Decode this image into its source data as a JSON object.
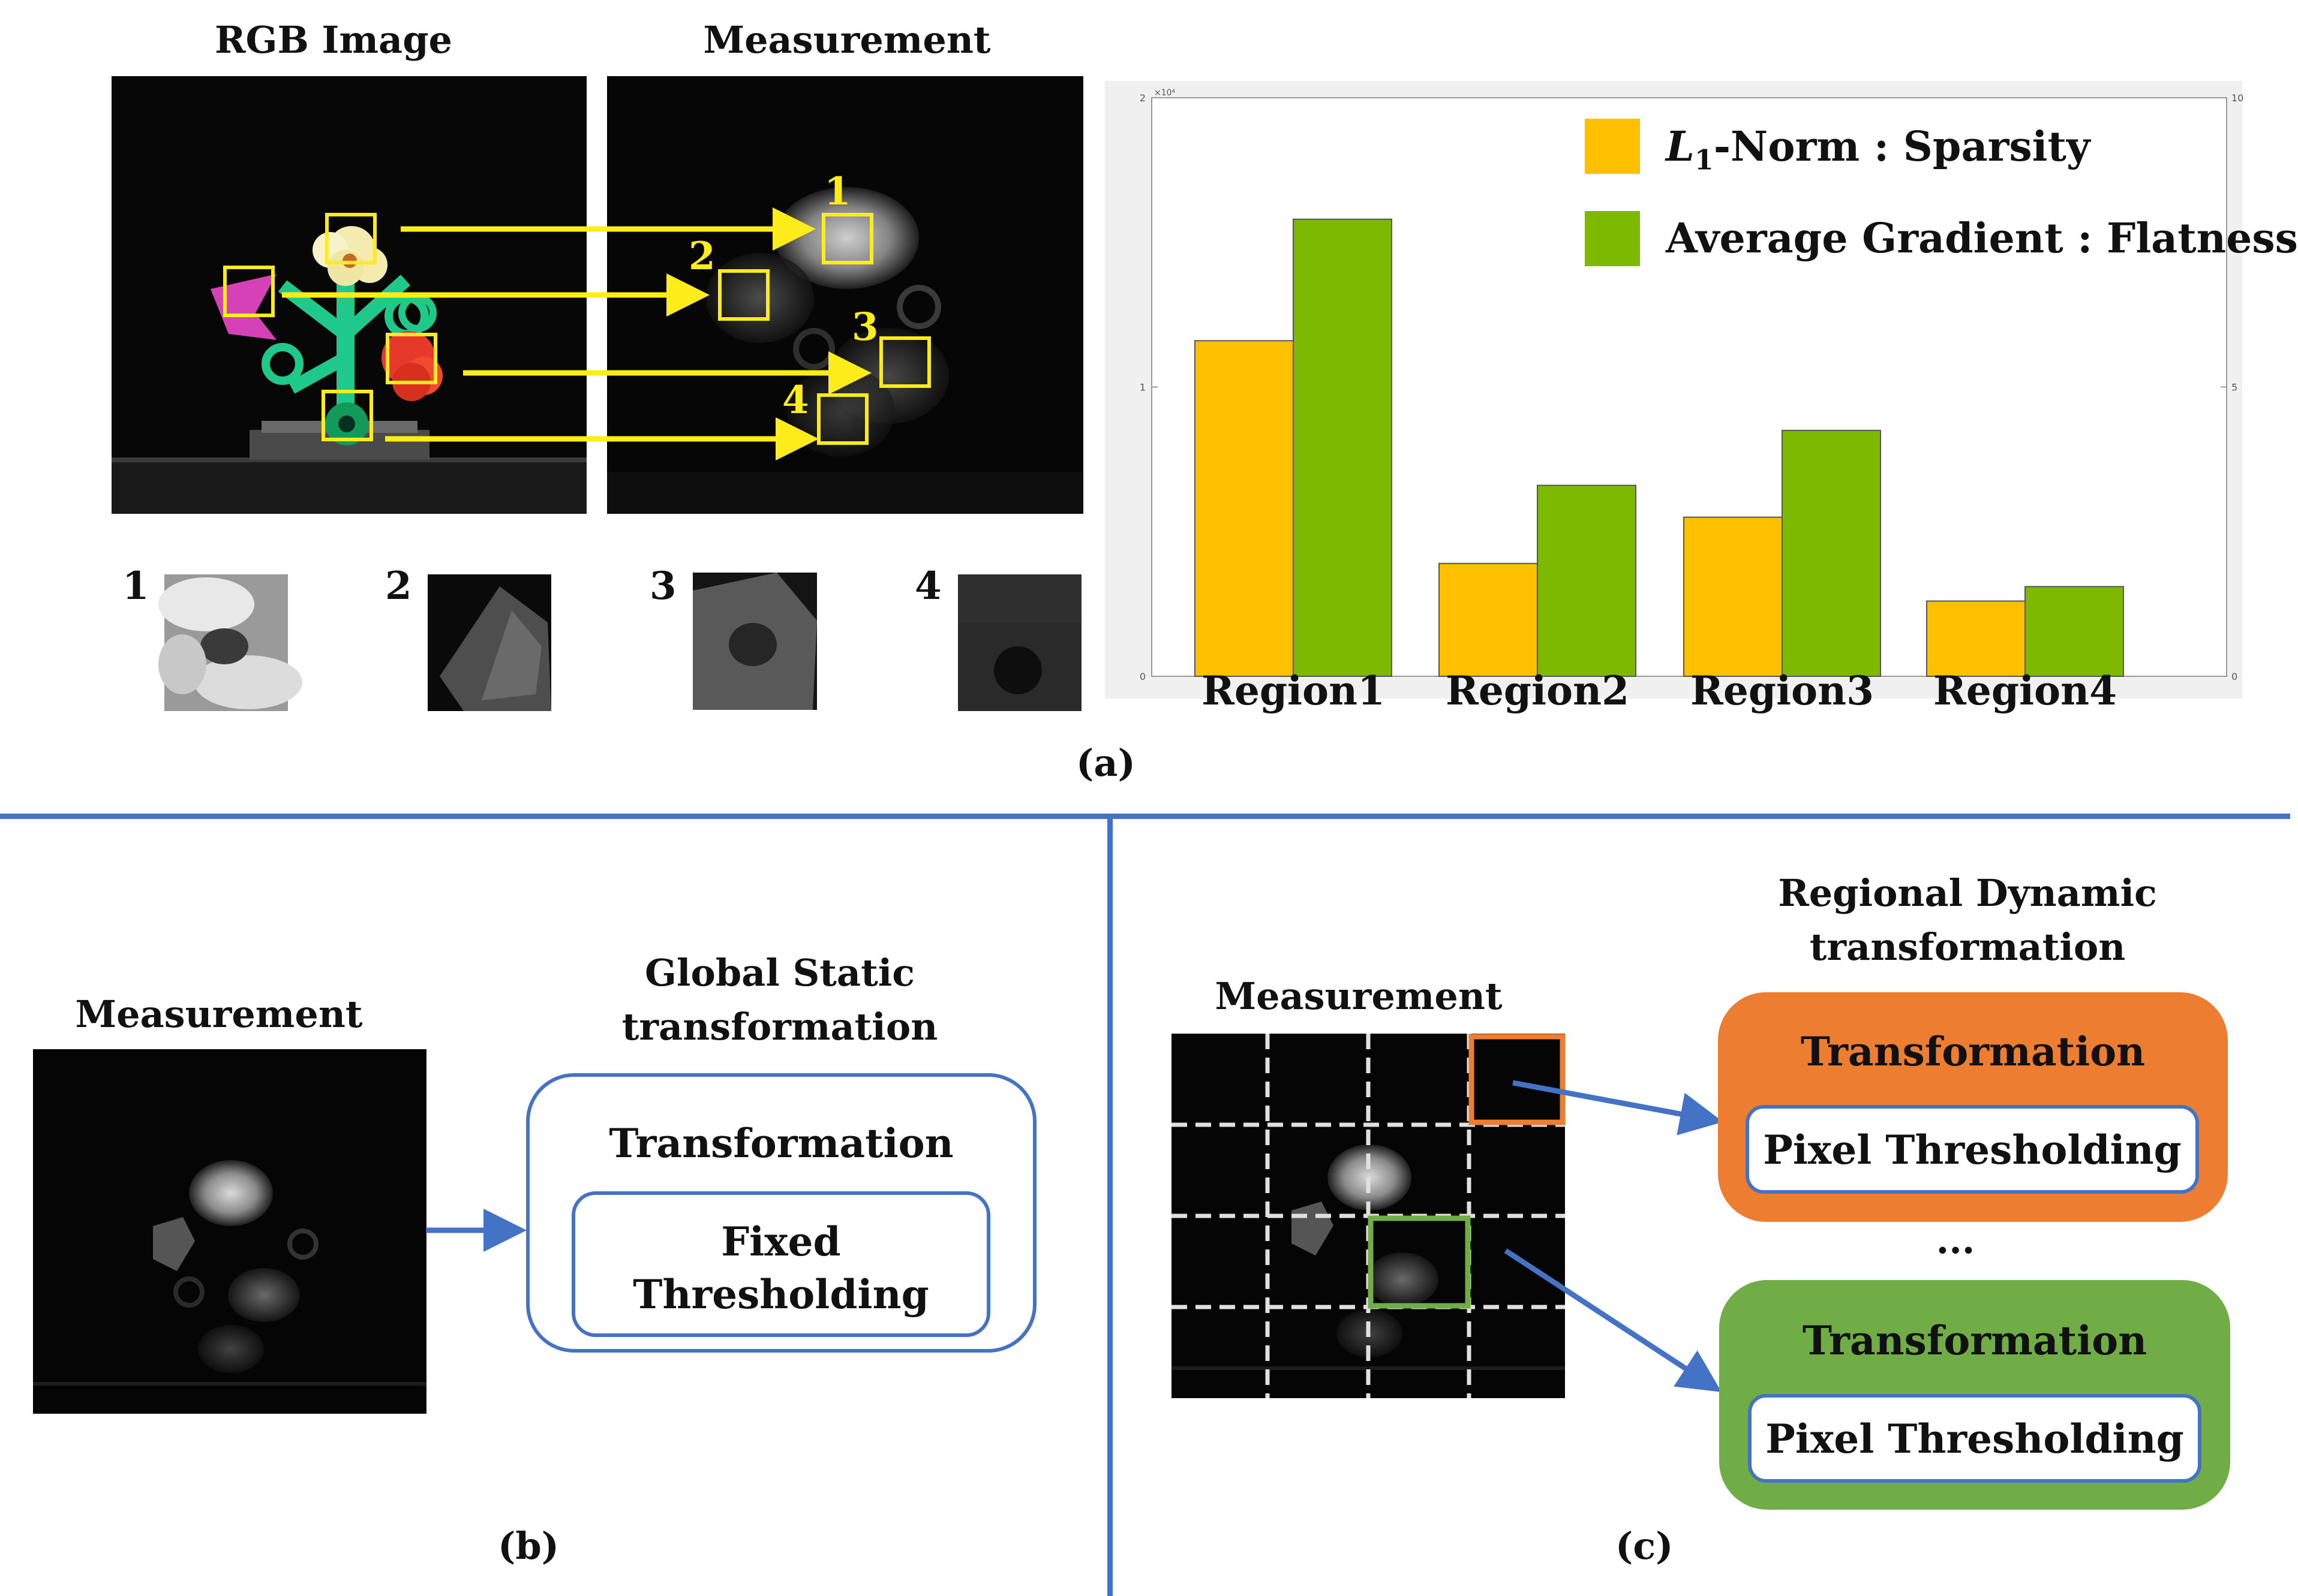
{
  "panel_a": {
    "rgb_title": "RGB Image",
    "measurement_title": "Measurement",
    "region_numbers": [
      "1",
      "2",
      "3",
      "4"
    ],
    "patch_labels": [
      "1",
      "2",
      "3",
      "4"
    ],
    "caption": "(a)"
  },
  "chart_data": {
    "type": "bar",
    "categories": [
      "Region1",
      "Region2",
      "Region3",
      "Region4"
    ],
    "series": [
      {
        "name": "L1-Norm : Sparsity",
        "values": [
          1.16,
          0.39,
          0.55,
          0.26
        ],
        "color": "#ffc000"
      },
      {
        "name": "Average Gradient : Flatness",
        "values": [
          7.9,
          3.3,
          4.25,
          1.55
        ],
        "color": "#7cb900"
      }
    ],
    "legend": {
      "l1_main": "L",
      "l1_sub": "1",
      "l1_rest": "-Norm : Sparsity",
      "ag": "Average Gradient : Flatness",
      "placement": "top-right"
    },
    "left_axis": {
      "ticks": [
        "0",
        "1",
        "2"
      ],
      "exponent": "×10⁴",
      "ylim": [
        0,
        2
      ]
    },
    "right_axis": {
      "ticks": [
        "0",
        "5",
        "10"
      ],
      "ylim": [
        0,
        10
      ]
    }
  },
  "panel_b": {
    "measurement_title": "Measurement",
    "title_line1": "Global Static",
    "title_line2": "transformation",
    "transformation": "Transformation",
    "inner_line1": "Fixed",
    "inner_line2": "Thresholding",
    "caption": "(b)"
  },
  "panel_c": {
    "measurement_title": "Measurement",
    "title_line1": "Regional Dynamic",
    "title_line2": "transformation",
    "orange_title": "Transformation",
    "orange_inner": "Pixel Thresholding",
    "ellipsis": "...",
    "green_title": "Transformation",
    "green_inner": "Pixel Thresholding",
    "caption": "(c)",
    "colors": {
      "orange": "#ed7d31",
      "green": "#70ad47",
      "blue": "#4472c4"
    }
  }
}
